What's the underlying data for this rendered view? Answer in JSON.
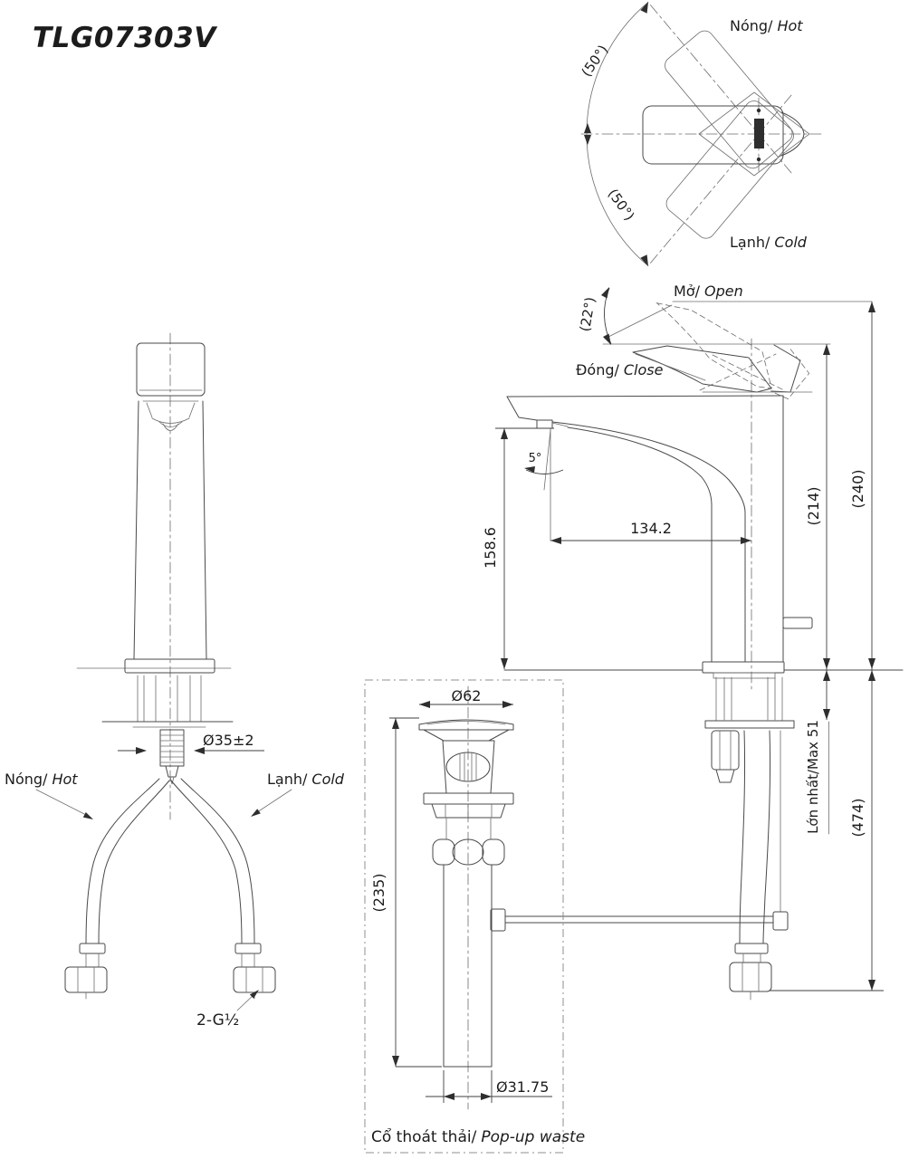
{
  "title": "TLG07303V",
  "top_view": {
    "hot": {
      "vi": "Nóng/",
      "en": "Hot"
    },
    "cold": {
      "vi": "Lạnh/",
      "en": "Cold"
    },
    "angle_upper": "(50°)",
    "angle_lower": "(50°)"
  },
  "side_view": {
    "open": {
      "vi": "Mở/",
      "en": "Open"
    },
    "close": {
      "vi": "Đóng/",
      "en": "Close"
    },
    "angle_open": "(22°)",
    "angle_spout": "5°",
    "dims": {
      "spout_height": "158.6",
      "spout_reach": "134.2",
      "body_height": "(214)",
      "total_height": "(240)",
      "deck_thickness": "Lớn nhất/Max 51",
      "below_deck": "(474)"
    }
  },
  "front_view": {
    "hot": {
      "vi": "Nóng/",
      "en": "Hot"
    },
    "cold": {
      "vi": "Lạnh/",
      "en": "Cold"
    },
    "dims": {
      "mount_hole": "Ø35±2",
      "thread": "2-G½"
    }
  },
  "popup": {
    "caption": {
      "vi": "Cổ thoát thải/",
      "en": "Pop-up waste"
    },
    "dims": {
      "cap": "Ø62",
      "length": "(235)",
      "tail": "Ø31.75"
    }
  },
  "colors": {
    "line": "#4a4a4a",
    "text": "#1c1c1c",
    "background": "#ffffff"
  }
}
